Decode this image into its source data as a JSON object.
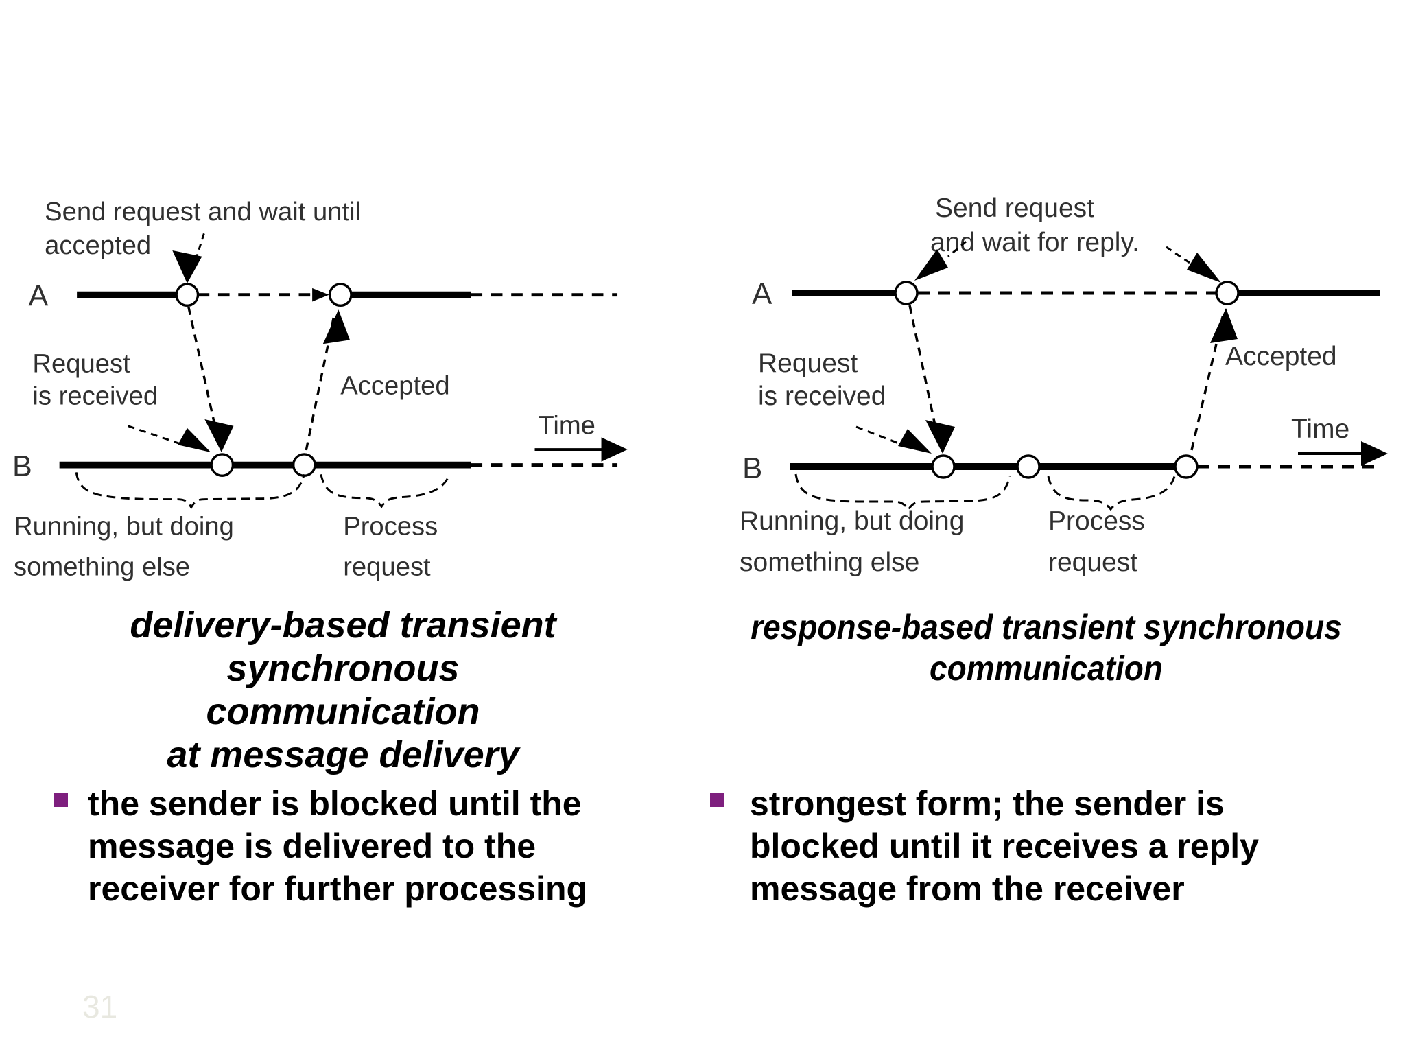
{
  "left_diagram": {
    "send1": "Send request and wait until",
    "send2": "accepted",
    "process_a": "A",
    "process_b": "B",
    "received1": "Request",
    "received2": "is received",
    "accepted": "Accepted",
    "time": "Time",
    "running1": "Running, but doing",
    "running2": "something else",
    "process1": "Process",
    "process2": "request"
  },
  "right_diagram": {
    "send1": "Send request",
    "send2": "and wait for reply.",
    "process_a": "A",
    "process_b": "B",
    "received1": "Request",
    "received2": "is received",
    "accepted": "Accepted",
    "time": "Time",
    "running1": "Running, but doing",
    "running2": "something else",
    "process1": "Process",
    "process2": "request"
  },
  "captions": {
    "left": "delivery-based transient\nsynchronous communication\nat message delivery",
    "right": "response-based transient synchronous\ncommunication"
  },
  "bullets": {
    "left": "the sender is blocked until the\nmessage is delivered to the\nreceiver for further processing",
    "right": "strongest form; the sender is\nblocked until it receives a reply\nmessage from the receiver"
  },
  "footer": {
    "page_number": "31"
  },
  "colors": {
    "bullet_marker": "#7E1F7E",
    "body_text": "#000000",
    "diagram_text": "#303030",
    "page_number": "#e8e8e0",
    "background": "#ffffff"
  }
}
